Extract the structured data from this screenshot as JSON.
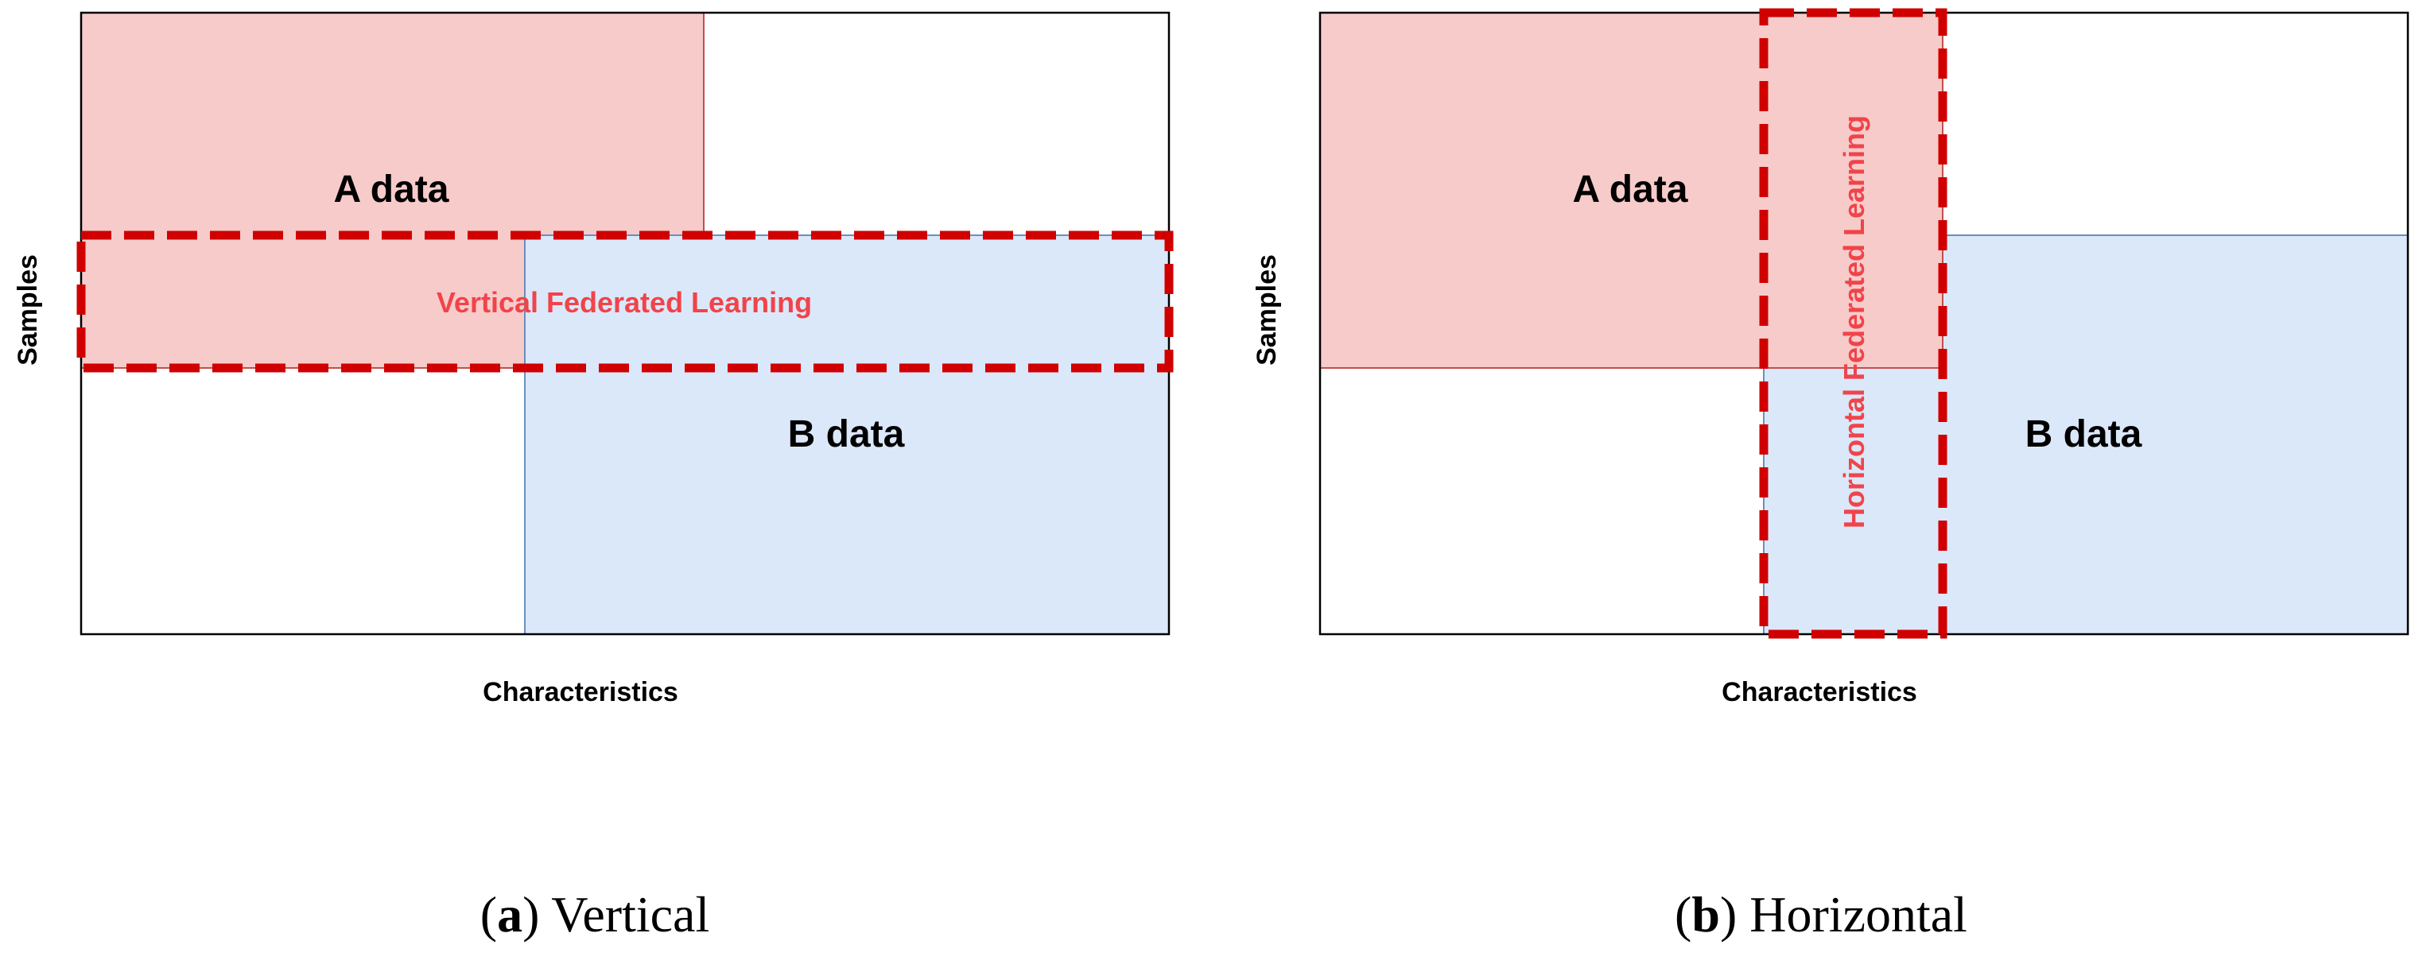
{
  "panels": [
    {
      "id": "a",
      "a_label": "A data",
      "b_label": "B data",
      "fl_label": "Vertical Federated Learning",
      "y_axis_label": "Samples",
      "x_axis_label": "Characteristics",
      "caption_letter": "a",
      "caption_text": "Vertical"
    },
    {
      "id": "b",
      "a_label": "A data",
      "b_label": "B data",
      "fl_label": "Horizontal Federated Learning",
      "y_axis_label": "Samples",
      "x_axis_label": "Characteristics",
      "caption_letter": "b",
      "caption_text": "Horizontal"
    }
  ],
  "colors": {
    "a_fill": "#f7cbca",
    "a_stroke": "#c0504d",
    "b_fill": "#dbe8f9",
    "b_stroke": "#6c8ebf",
    "fl_dash": "#d00000",
    "fl_text": "#f0444a",
    "frame": "#000000"
  }
}
